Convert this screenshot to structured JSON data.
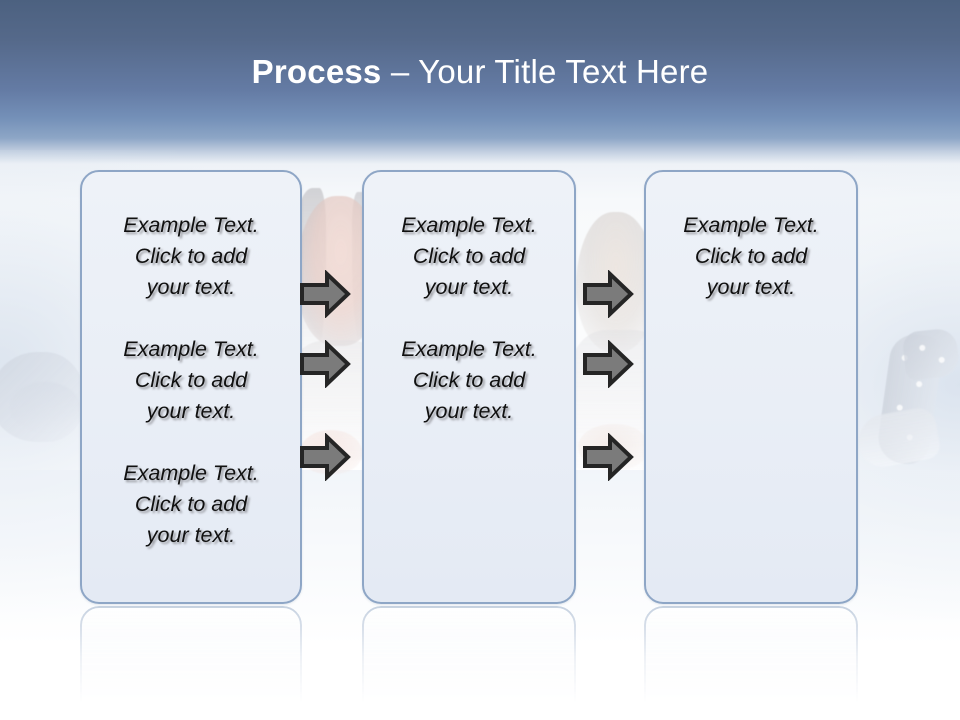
{
  "slide": {
    "title_bold": "Process",
    "title_rest": " – Your Title Text Here",
    "background_colors": {
      "band_top": "#4c6180",
      "band_mid": "#7490b8",
      "page": "#ffffff",
      "box_fill": "#e9eef6",
      "box_border": "#8ea6c6",
      "arrow_fill": "#7a7a7a",
      "arrow_outline": "#2b2b2b",
      "title_color": "#ffffff",
      "body_text": "#101010"
    }
  },
  "boxes": [
    {
      "name": "process-box-1",
      "paragraphs": [
        "Example Text.\nClick  to add\nyour text.",
        "Example Text.\nClick  to add\nyour text.",
        "Example Text.\nClick  to add\nyour text."
      ]
    },
    {
      "name": "process-box-2",
      "paragraphs": [
        "Example Text.\nClick  to add\nyour text.",
        "Example Text.\nClick  to add\nyour text."
      ]
    },
    {
      "name": "process-box-3",
      "paragraphs": [
        "Example Text.\nClick  to add\nyour text."
      ]
    }
  ],
  "arrows": {
    "icon": "right-arrow-icon",
    "count_per_column": 3,
    "columns": 2
  }
}
